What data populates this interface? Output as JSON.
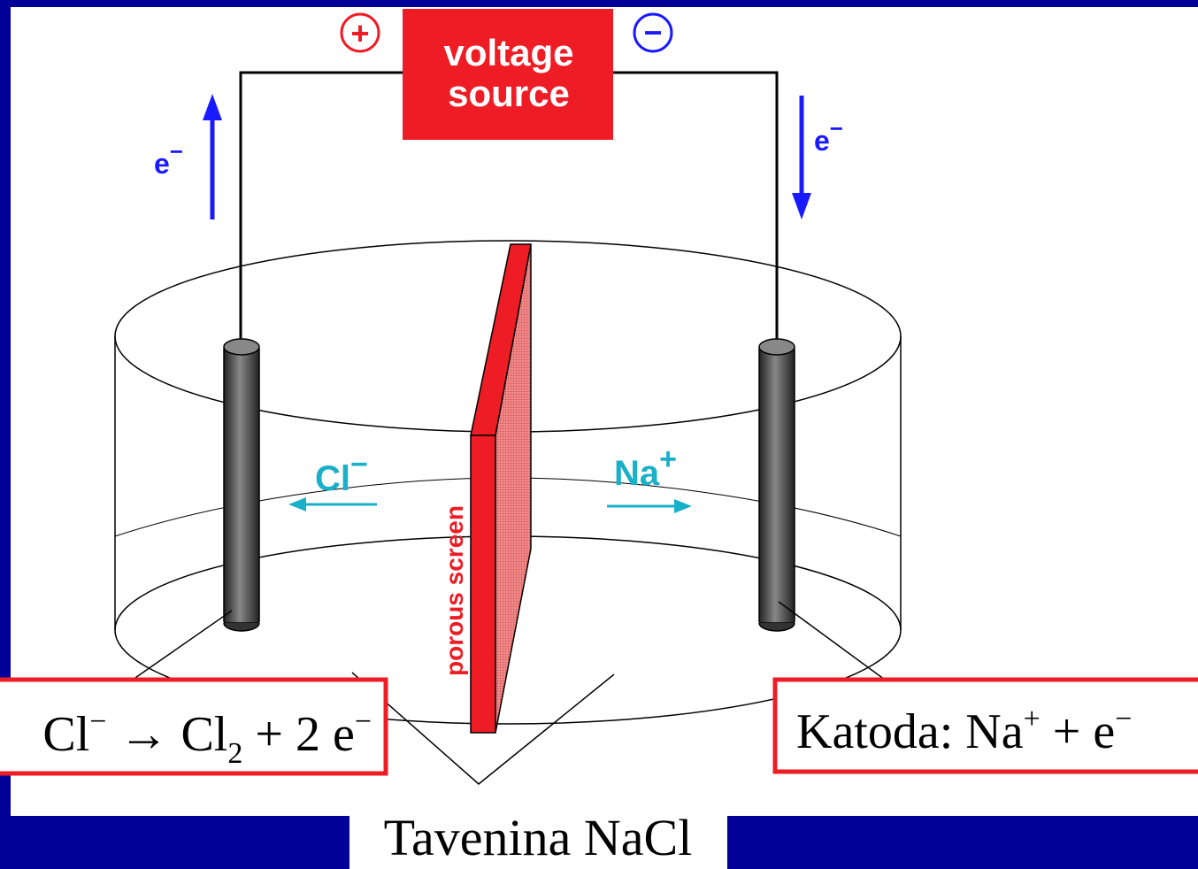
{
  "source": {
    "label_line1": "voltage",
    "label_line2": "source",
    "plus_symbol": "+",
    "minus_symbol": "−"
  },
  "electron_left": {
    "base": "e",
    "sup": "−"
  },
  "electron_right": {
    "base": "e",
    "sup": "−"
  },
  "ion_left": {
    "base": "Cl",
    "sup": "−"
  },
  "ion_right": {
    "base": "Na",
    "sup": "+"
  },
  "screen_label": "porous screen",
  "anode_box": {
    "prefix": "Cl",
    "prefix_sup": "−",
    "arrow": "→",
    "product": "Cl",
    "product_sub": "2",
    "rest": "+ 2 e",
    "rest_sup": "−"
  },
  "cathode_box": {
    "prefix": "Katoda: Na",
    "prefix_sup": "+",
    "rest": "+ e",
    "rest_sup": "−"
  },
  "melt_label": "Tavenina NaCl",
  "colors": {
    "background": "#000099",
    "red": "#ee1c25",
    "blue": "#1a1aff",
    "cyan": "#1ab0c8",
    "electrode": "#555555"
  }
}
